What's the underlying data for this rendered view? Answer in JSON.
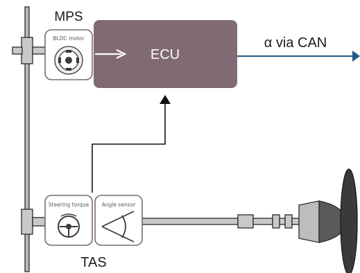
{
  "labels": {
    "mps": "MPS",
    "tas": "TAS",
    "ecu": "ECU",
    "can_output": "α via CAN",
    "bldc_motor": "BLDC motor",
    "steering_torque": "Steering torque",
    "angle_sensor": "Angle sensor"
  },
  "colors": {
    "ecu_fill": "#806a73",
    "can_arrow": "#1f5a86",
    "shaft_fill": "#c9c9c9",
    "shaft_stroke": "#2a2a2a",
    "box_stroke": "#7a6a70",
    "wheel_fill": "#3a3a3a"
  },
  "icons": {
    "motor": "bldc-motor-icon",
    "torque": "steering-wheel-icon",
    "angle": "angle-sensor-icon"
  }
}
